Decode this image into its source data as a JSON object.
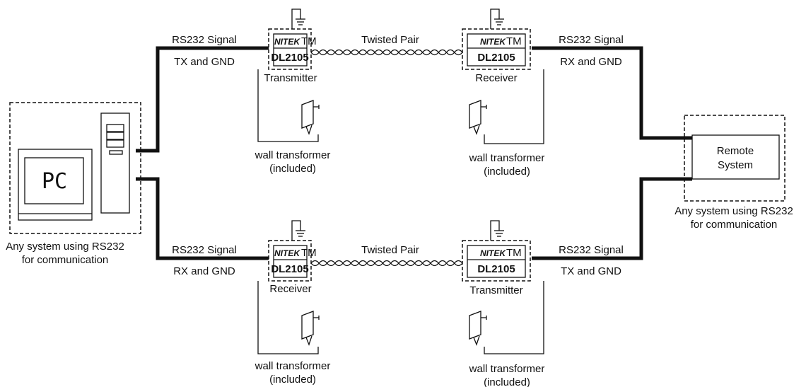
{
  "devices": [
    {
      "key": "top-left",
      "brand": "NITEK",
      "tm": "TM",
      "model": "DL2105",
      "role": "Transmitter"
    },
    {
      "key": "top-right",
      "brand": "NITEK",
      "tm": "TM",
      "model": "DL2105",
      "role": "Receiver"
    },
    {
      "key": "bottom-left",
      "brand": "NITEK",
      "tm": "TM",
      "model": "DL2105",
      "role": "Receiver"
    },
    {
      "key": "bottom-right",
      "brand": "NITEK",
      "tm": "TM",
      "model": "DL2105",
      "role": "Transmitter"
    }
  ],
  "links": {
    "top_left_signal": "RS232 Signal",
    "top_left_pins": "TX and GND",
    "top_right_signal": "RS232 Signal",
    "top_right_pins": "RX and GND",
    "bottom_left_signal": "RS232 Signal",
    "bottom_left_pins": "RX and GND",
    "bottom_right_signal": "RS232 Signal",
    "bottom_right_pins": "TX and GND",
    "top_cable": "Twisted Pair",
    "bottom_cable": "Twisted Pair"
  },
  "power": [
    {
      "line1": "wall transformer",
      "line2": "(included)"
    },
    {
      "line1": "wall transformer",
      "line2": "(included)"
    },
    {
      "line1": "wall transformer",
      "line2": "(included)"
    },
    {
      "line1": "wall transformer",
      "line2": "(included)"
    }
  ],
  "pc": {
    "screen_label": "PC",
    "caption_line1": "Any system using RS232",
    "caption_line2": "for communication"
  },
  "remote": {
    "label_line1": "Remote",
    "label_line2": "System",
    "caption_line1": "Any system using RS232",
    "caption_line2": "for communication"
  }
}
